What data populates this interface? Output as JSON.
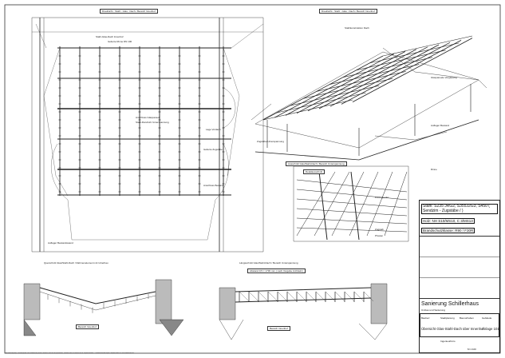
{
  "views": {
    "plan_title": "Draufsicht - Stahl - Glas - Dach / Bereich Innenhof",
    "iso_title": "Draufsicht - Stahl - Glas - Dach / Bereich Innenhof",
    "detail_title": "Ausschnitt Glas/Stahl-Dach / Bereich Unterspannung",
    "detail_box": "Detailausschnitt",
    "section_left_title": "Querschnitt Glas/Stahl-Dach / Rahmenelement mit Unterbau",
    "section_mid_title": "Längsschnitt Glas/Stahl-Dach / Bereich Unterspannung",
    "section_mid_sub": "Abstand 0,5 = 1730 mm ( nach Vorgabe Architekt )",
    "section_left_label": "Bereich Innenhof",
    "section_mid_label": "Bereich Innenhof"
  },
  "annotations": {
    "plan": [
      "Stahl-Glas-Dach Innenhof",
      "Isolierte Rinne DN 100",
      "Anschluss Glaspaneel",
      "Stahl-Rundrohr Unterspannung",
      "Lage Vordach",
      "Isolierte Zugstäbe",
      "Anschluss Bestand",
      "Auflager Bestandswand"
    ],
    "iso": [
      "Stahlkonstruktion Dach",
      "Glaspaneele Verglasung",
      "Zugstäbe Unterspannung",
      "Auflager Bestand",
      "Rinne"
    ],
    "detail": [
      "Knotenpunkt",
      "Zugstab",
      "Pfosten"
    ]
  },
  "title_block": {
    "material_steel": "Stahl: S235 JRG2, S355J2G3, S450 ( Sendzim - Zugstäbe / )",
    "material_wood": "Holz: NH S10/MS10, C 3/MS13",
    "fire_class": "Brandschutzklasse: R90 / F30R",
    "project": "Sanierung Schillerhaus",
    "project_sub": "Umbau und Sanierung",
    "fields": [
      "Bauherr",
      "Stadtplanung",
      "Bauvorhaben",
      "Gebäude"
    ],
    "drawing_title": "Übersicht Glas-Stahl-Dach über Innenhof",
    "drawing_no": "Anlage 101",
    "office": "Ingenieurbüro",
    "scale": "M 1:100"
  },
  "footer": "Vervielfältigung, Weitergabe und Mitteilung ihres Inhalts sind nicht gestattet, soweit nicht ausdrücklich zugestanden. Zuwiderhandlungen verpflichten zu Schadenersatz."
}
